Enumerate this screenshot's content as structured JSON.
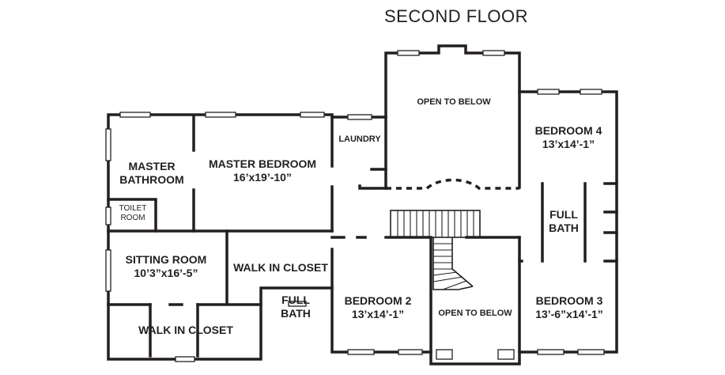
{
  "title": "SECOND FLOOR",
  "rooms": {
    "open_top": "OPEN TO BELOW",
    "bedroom4": {
      "name": "BEDROOM 4",
      "size": "13’x14’-1”"
    },
    "laundry": "LAUNDRY",
    "master_bath": {
      "line1": "MASTER",
      "line2": "BATHROOM"
    },
    "master_bed": {
      "name": "MASTER BEDROOM",
      "size": "16’x19’-10”"
    },
    "toilet": {
      "line1": "TOILET",
      "line2": "ROOM"
    },
    "full_bath_right": {
      "line1": "FULL",
      "line2": "BATH"
    },
    "sitting": {
      "name": "SITTING ROOM",
      "size": "10’3”x16’-5”"
    },
    "walk_closet_mid": "WALK IN CLOSET",
    "full_bath_mid": {
      "line1": "FULL",
      "line2": "BATH"
    },
    "bedroom2": {
      "name": "BEDROOM 2",
      "size": "13’x14’-1”"
    },
    "open_bottom": "OPEN TO BELOW",
    "bedroom3": {
      "name": "BEDROOM 3",
      "size": "13’-6”x14’-1”"
    },
    "walk_closet_bottom": "WALK IN CLOSET"
  }
}
